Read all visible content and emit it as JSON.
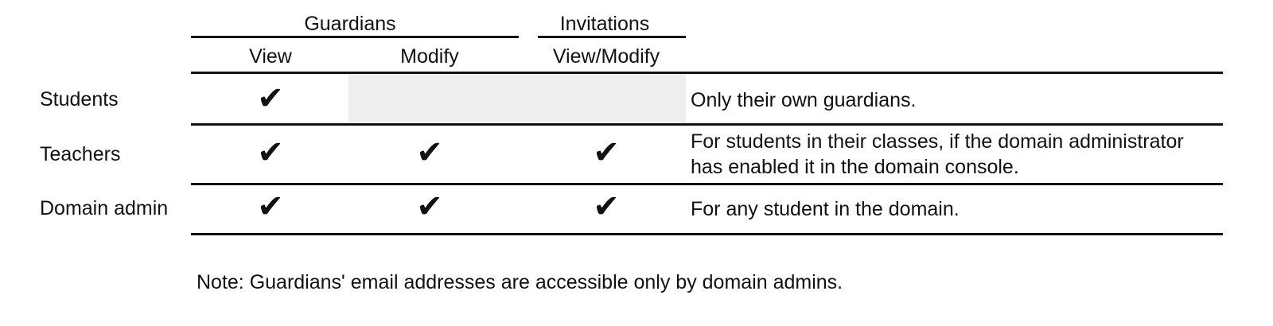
{
  "table": {
    "column_groups": [
      {
        "id": "guardians",
        "label": "Guardians"
      },
      {
        "id": "invitations",
        "label": "Invitations"
      }
    ],
    "columns": [
      {
        "id": "view",
        "label": "View"
      },
      {
        "id": "modify",
        "label": "Modify"
      },
      {
        "id": "view_modify",
        "label": "View/Modify"
      }
    ],
    "rows": [
      {
        "id": "students",
        "label": "Students",
        "guardians_view": "✔",
        "guardians_modify": "",
        "invitations_view_modify": "",
        "description_lines": [
          "Only their own guardians."
        ]
      },
      {
        "id": "teachers",
        "label": "Teachers",
        "guardians_view": "✔",
        "guardians_modify": "✔",
        "invitations_view_modify": "✔",
        "description_lines": [
          "For students in their classes, if the domain administrator",
          "has enabled it in the domain console."
        ]
      },
      {
        "id": "domain_admin",
        "label": "Domain admin",
        "guardians_view": "✔",
        "guardians_modify": "✔",
        "invitations_view_modify": "✔",
        "description_lines": [
          "For any student in the domain."
        ]
      }
    ]
  },
  "note": {
    "text": "Note: Guardians' email addresses are accessible only by domain admins."
  },
  "colors": {
    "background": "#ffffff",
    "text": "#111111",
    "rule": "#111111",
    "disabled_cell": "#eeeeee"
  }
}
